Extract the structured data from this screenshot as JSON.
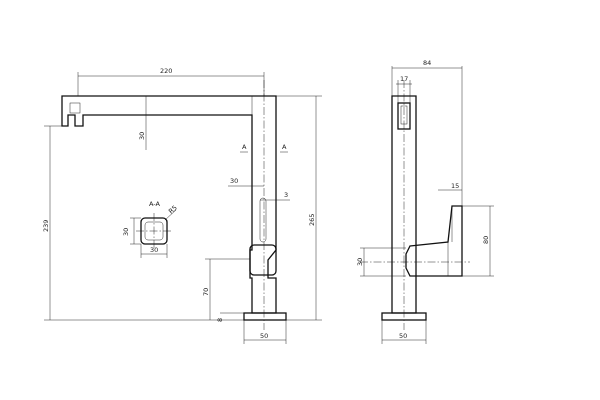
{
  "front_view": {
    "dim_width": "220",
    "dim_spout_height": "30",
    "dim_total_height": "265",
    "dim_outlet_height": "239",
    "dim_handle_offset": "30",
    "dim_handle_width": "3",
    "dim_base_height": "70",
    "dim_base_thickness": "8",
    "dim_base_width": "50",
    "section_mark": "A"
  },
  "section_view": {
    "title": "A-A",
    "dim_height": "30",
    "dim_width": "30",
    "dim_radius": "R5"
  },
  "side_view": {
    "dim_width": "84",
    "dim_top": "17",
    "dim_handle_thickness": "15",
    "dim_handle_height": "80",
    "dim_lever_height": "30",
    "dim_base_width": "50"
  }
}
